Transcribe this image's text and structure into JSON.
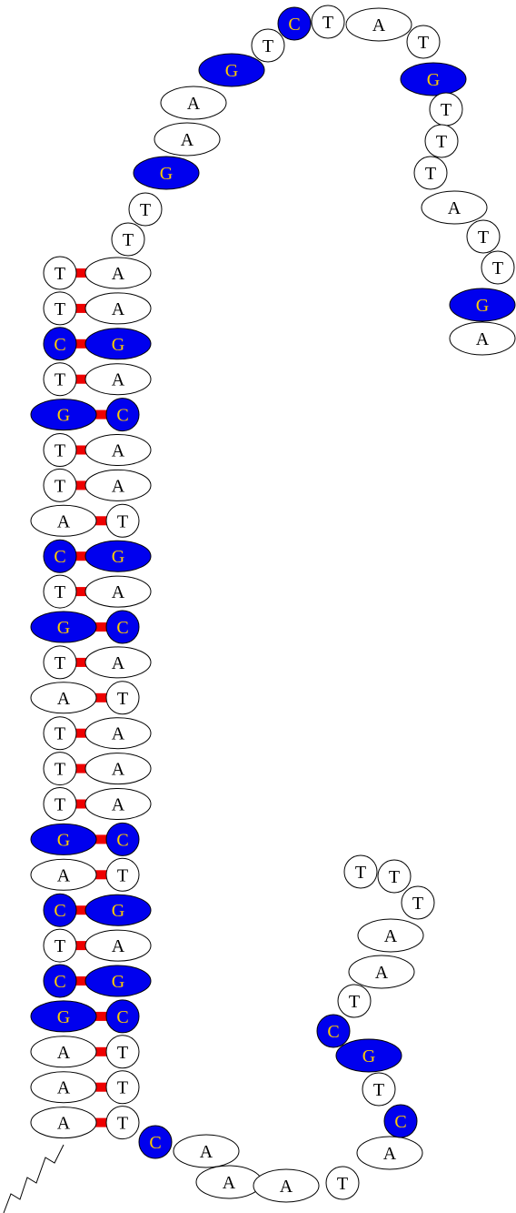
{
  "colors": {
    "gc_fill": "#0000ee",
    "gc_text": "#ffcc00",
    "at_fill": "#ffffff",
    "at_text": "#000000",
    "outline": "#000000",
    "bond": "#ee0000"
  },
  "stem_pairs": [
    [
      "T",
      "A"
    ],
    [
      "T",
      "A"
    ],
    [
      "C",
      "G"
    ],
    [
      "T",
      "A"
    ],
    [
      "G",
      "C"
    ],
    [
      "T",
      "A"
    ],
    [
      "T",
      "A"
    ],
    [
      "A",
      "T"
    ],
    [
      "C",
      "G"
    ],
    [
      "T",
      "A"
    ],
    [
      "G",
      "C"
    ],
    [
      "T",
      "A"
    ],
    [
      "A",
      "T"
    ],
    [
      "T",
      "A"
    ],
    [
      "T",
      "A"
    ],
    [
      "T",
      "A"
    ],
    [
      "G",
      "C"
    ],
    [
      "A",
      "T"
    ],
    [
      "C",
      "G"
    ],
    [
      "T",
      "A"
    ],
    [
      "C",
      "G"
    ],
    [
      "G",
      "C"
    ],
    [
      "A",
      "T"
    ],
    [
      "A",
      "T"
    ],
    [
      "A",
      "T"
    ]
  ],
  "top_strand": [
    "T",
    "T",
    "G",
    "A",
    "A",
    "G",
    "T",
    "C",
    "T",
    "A",
    "T",
    "G",
    "T",
    "T",
    "T",
    "A",
    "T",
    "T",
    "G",
    "A"
  ],
  "bottom_strand": [
    "C",
    "A",
    "A",
    "A",
    "T",
    "A",
    "C",
    "T",
    "G",
    "C",
    "T",
    "A",
    "A",
    "T",
    "T",
    "T"
  ]
}
